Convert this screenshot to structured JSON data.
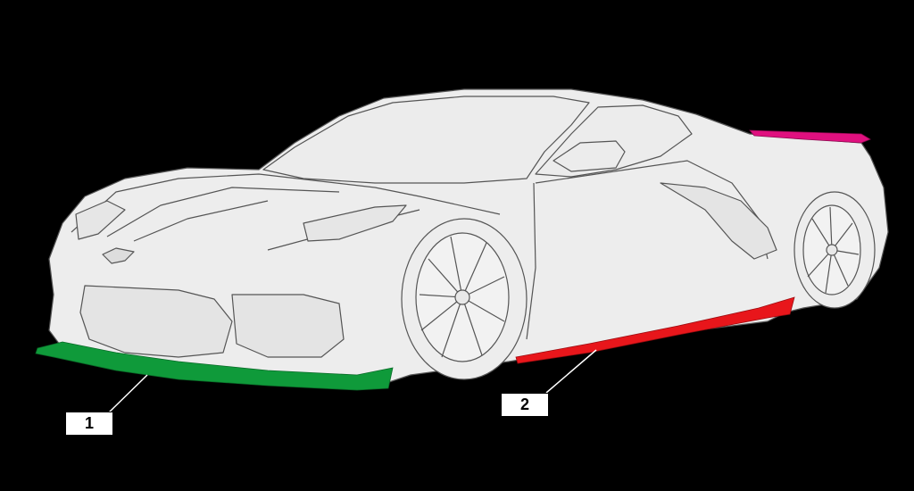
{
  "callouts": [
    {
      "label": "1",
      "part": "front-splitter",
      "color": "#0f9a3a"
    },
    {
      "label": "2",
      "part": "side-skirt",
      "color": "#e8161b"
    }
  ],
  "rear_spoiler_color": "#e0107f",
  "body_fill": "#ededed",
  "line_color": "#555555",
  "background": "#000000"
}
